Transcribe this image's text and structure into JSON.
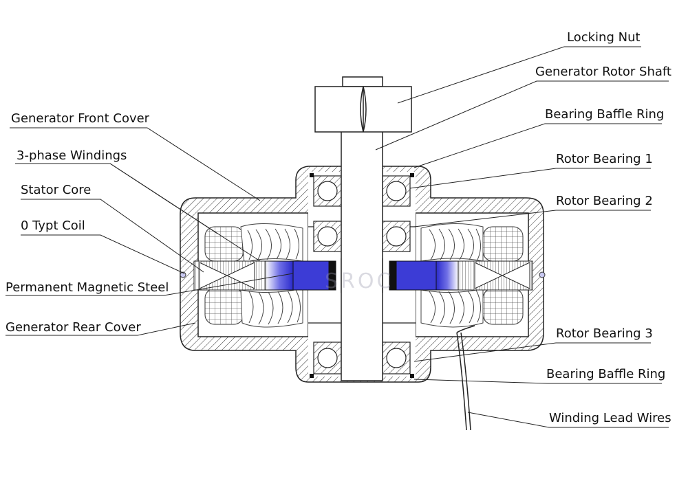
{
  "labels": {
    "locking_nut": "Locking Nut",
    "rotor_shaft": "Generator Rotor Shaft",
    "baffle_ring_top": "Bearing Baffle Ring",
    "rotor_bearing_1": "Rotor Bearing 1",
    "rotor_bearing_2": "Rotor Bearing 2",
    "rotor_bearing_3": "Rotor Bearing 3",
    "baffle_ring_bottom": "Bearing Baffle Ring",
    "lead_wires": "Winding Lead Wires",
    "front_cover": "Generator Front Cover",
    "windings": "3-phase Windings",
    "stator_core": "Stator Core",
    "coil": "0 Typt Coil",
    "magnet_steel": "Permanent Magnetic Steel",
    "rear_cover": "Generator Rear Cover"
  },
  "watermark": "SROC",
  "colors": {
    "magnet": "#3c3cd6",
    "magnet_light": "#b7b7f2",
    "line": "#222222"
  }
}
